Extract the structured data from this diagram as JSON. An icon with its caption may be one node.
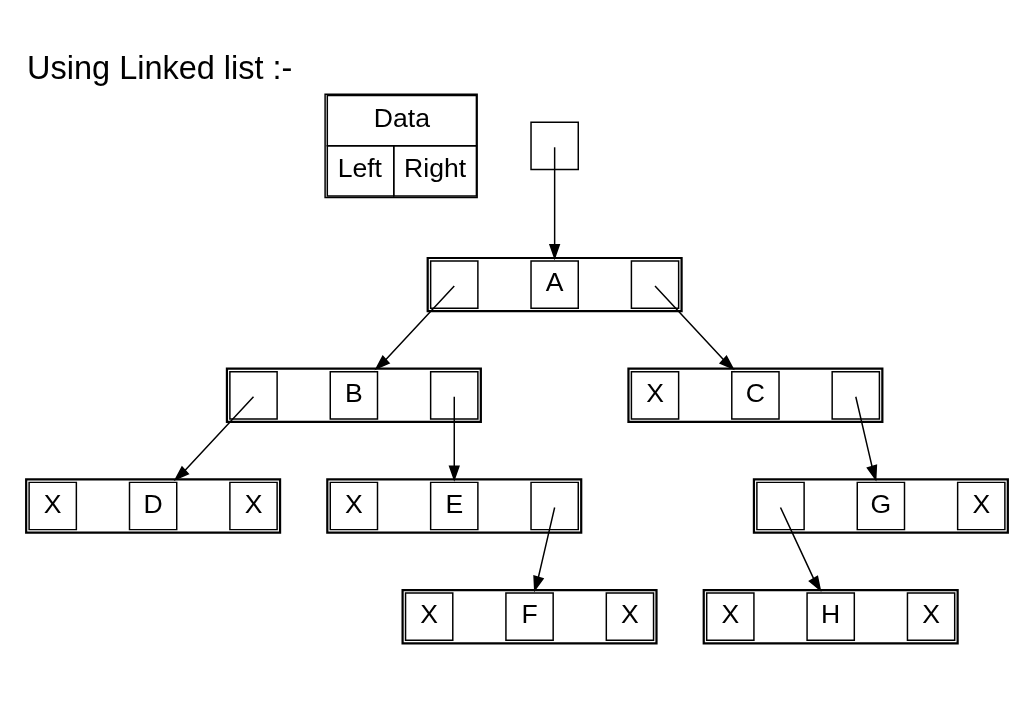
{
  "diagram": {
    "title": "Using Linked list :-",
    "nodes": [
      {
        "text": [
          "Data",
          "Left",
          "Right"
        ]
      },
      {
        "text": [],
        "shape": "box"
      },
      {
        "text": [],
        "shape": "box"
      },
      {
        "text": [],
        "shape": "box",
        "in": 2
      },
      {
        "text": [
          "A"
        ],
        "in": 2
      },
      {
        "text": [],
        "shape": "box",
        "in": 2
      },
      {
        "text": [],
        "shape": "box"
      },
      {
        "text": [],
        "shape": "box",
        "in": 6
      },
      {
        "text": [
          "B"
        ],
        "in": 6
      },
      {
        "text": [],
        "shape": "box",
        "in": 6
      },
      {
        "text": [],
        "shape": "box"
      },
      {
        "text": [
          "X"
        ],
        "in": 10
      },
      {
        "text": [
          "C"
        ],
        "in": 10
      },
      {
        "text": [],
        "shape": "box",
        "in": 10
      },
      {
        "text": [],
        "shape": "box"
      },
      {
        "text": [
          "X"
        ],
        "in": 14
      },
      {
        "text": [
          "D"
        ],
        "in": 14
      },
      {
        "text": [
          "X"
        ],
        "in": 14
      },
      {
        "text": [],
        "shape": "box"
      },
      {
        "text": [
          "X"
        ],
        "in": 18
      },
      {
        "text": [
          "E"
        ],
        "in": 18
      },
      {
        "text": [],
        "shape": "box",
        "in": 18
      },
      {
        "text": [],
        "shape": "box"
      },
      {
        "text": [],
        "shape": "box",
        "in": 22
      },
      {
        "text": [
          "G"
        ],
        "in": 22
      },
      {
        "text": [
          "X"
        ],
        "in": 22
      },
      {
        "text": [],
        "shape": "box"
      },
      {
        "text": [
          "X"
        ],
        "in": 26
      },
      {
        "text": [
          "F"
        ],
        "in": 26
      },
      {
        "text": [
          "X"
        ],
        "in": 26
      },
      {
        "text": [],
        "shape": "box"
      },
      {
        "text": [
          "X"
        ],
        "in": 30
      },
      {
        "text": [
          "H"
        ],
        "in": 30
      },
      {
        "text": [
          "X"
        ],
        "in": 30
      }
    ],
    "edges": [
      {
        "from": 1,
        "to": 2,
        "arrow": "to"
      },
      {
        "from": 3,
        "to": 6,
        "arrow": "to"
      },
      {
        "from": 5,
        "to": 10,
        "arrow": "to"
      },
      {
        "from": 7,
        "to": 14,
        "arrow": "to"
      },
      {
        "from": 9,
        "to": 18,
        "arrow": "to"
      },
      {
        "from": 13,
        "to": 22,
        "arrow": "to"
      },
      {
        "from": 21,
        "to": 26,
        "arrow": "to"
      },
      {
        "from": 23,
        "to": 30,
        "arrow": "to"
      }
    ]
  }
}
